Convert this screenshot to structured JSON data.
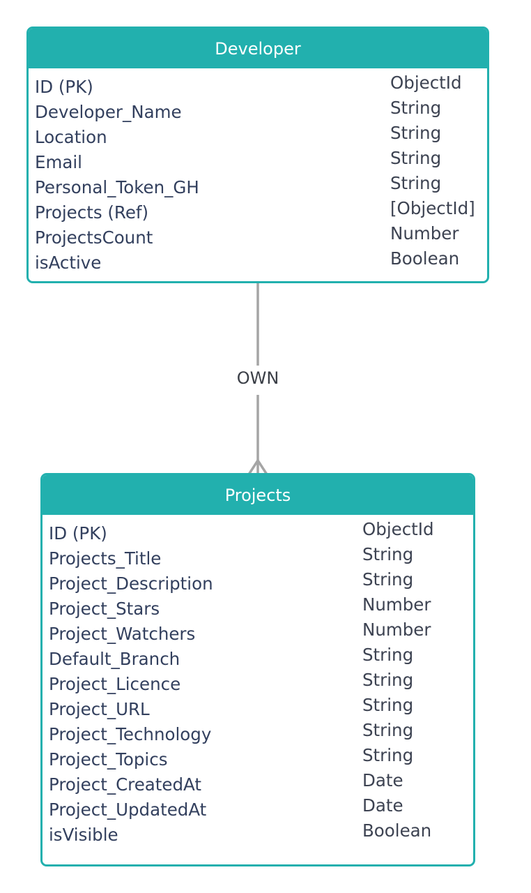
{
  "colors": {
    "header": "#22b0ae",
    "border": "#22b0ae",
    "connector": "#a5a5a5",
    "field_text": "#33405e",
    "type_text": "#3d4352"
  },
  "relationship": {
    "label": "OWN",
    "from": "Developer",
    "to": "Projects",
    "to_cardinality": "many"
  },
  "developer": {
    "title": "Developer",
    "fields": [
      {
        "name": "ID (PK)",
        "type": "ObjectId"
      },
      {
        "name": "Developer_Name",
        "type": "String"
      },
      {
        "name": "Location",
        "type": "String"
      },
      {
        "name": "Email",
        "type": "String"
      },
      {
        "name": "Personal_Token_GH",
        "type": "String"
      },
      {
        "name": "Projects (Ref)",
        "type": "[ObjectId]"
      },
      {
        "name": "ProjectsCount",
        "type": "Number"
      },
      {
        "name": "isActive",
        "type": "Boolean"
      }
    ]
  },
  "projects": {
    "title": "Projects",
    "fields": [
      {
        "name": "ID (PK)",
        "type": "ObjectId"
      },
      {
        "name": "Projects_Title",
        "type": "String"
      },
      {
        "name": "Project_Description",
        "type": "String"
      },
      {
        "name": "Project_Stars",
        "type": "Number"
      },
      {
        "name": "Project_Watchers",
        "type": "Number"
      },
      {
        "name": "Default_Branch",
        "type": "String"
      },
      {
        "name": "Project_Licence",
        "type": "String"
      },
      {
        "name": "Project_URL",
        "type": "String"
      },
      {
        "name": "Project_Technology",
        "type": "String"
      },
      {
        "name": "Project_Topics",
        "type": "String"
      },
      {
        "name": "Project_CreatedAt",
        "type": "Date"
      },
      {
        "name": "Project_UpdatedAt",
        "type": "Date"
      },
      {
        "name": "isVisible",
        "type": "Boolean"
      }
    ]
  }
}
